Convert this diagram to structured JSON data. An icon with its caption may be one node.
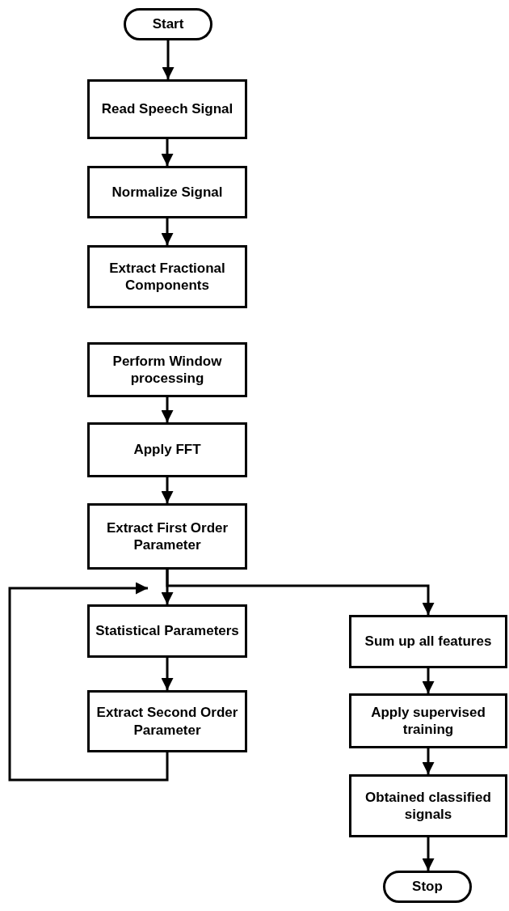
{
  "diagram": {
    "nodes": [
      {
        "text": [
          "Start"
        ]
      },
      {
        "text": [
          "Read Speech Signal"
        ]
      },
      {
        "text": [
          "Normalize Signal"
        ]
      },
      {
        "text": [
          "Extract Fractional Components"
        ]
      },
      {
        "text": [
          "Perform Window processing"
        ]
      },
      {
        "text": [
          "Apply FFT"
        ]
      },
      {
        "text": [
          "Extract First Order Parameter"
        ]
      },
      {
        "text": [
          "Statistical Parameters"
        ]
      },
      {
        "text": [
          "Extract Second Order Parameter"
        ]
      },
      {
        "text": [
          "Sum up all features"
        ]
      },
      {
        "text": [
          "Apply supervised training"
        ]
      },
      {
        "text": [
          "Obtained classified signals"
        ]
      },
      {
        "text": [
          "Stop"
        ]
      }
    ],
    "edges": [
      {
        "from": 0,
        "to": 1,
        "arrow": "to"
      },
      {
        "from": 1,
        "to": 2,
        "arrow": "to"
      },
      {
        "from": 2,
        "to": 3,
        "arrow": "to"
      },
      {
        "from": 4,
        "to": 5,
        "arrow": "to"
      },
      {
        "from": 5,
        "to": 6,
        "arrow": "to"
      },
      {
        "from": 6,
        "to": 7,
        "arrow": "to"
      },
      {
        "from": 6,
        "to": 9,
        "arrow": "to"
      },
      {
        "from": 7,
        "to": 8,
        "arrow": "to"
      },
      {
        "from": 8,
        "to": 7,
        "arrow": "to"
      },
      {
        "from": 9,
        "to": 10,
        "arrow": "to"
      },
      {
        "from": 10,
        "to": 11,
        "arrow": "to"
      },
      {
        "from": 11,
        "to": 12,
        "arrow": "to"
      }
    ]
  }
}
